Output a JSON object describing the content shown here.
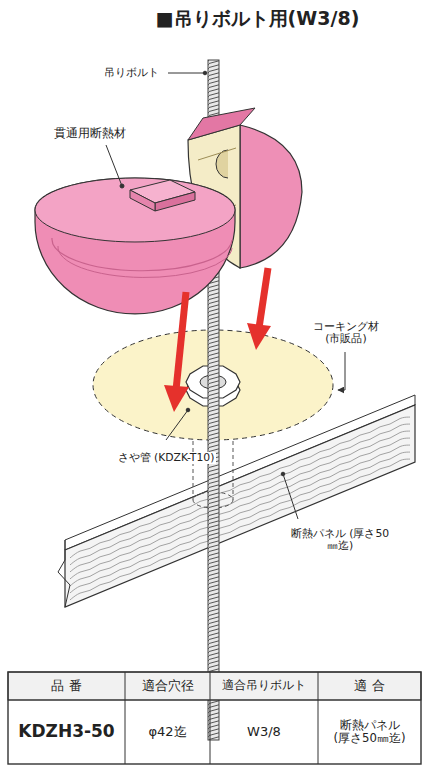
{
  "diagram": {
    "title": "■吊りボルト用(W3/8)",
    "labels": [
      "吊りボルト",
      "貫通用断熱材",
      "コーキング材 (市販品)",
      "さや管 (KDZK-T10)",
      "断熱パネル (厚さ50㎜迄)",
      "品 番",
      "適合穴径",
      "適合吊りボルト",
      "適 合",
      "KDZH3-50",
      "φ42迄",
      "W3/8",
      "断熱パネル (厚さ50㎜迄)"
    ]
  }
}
